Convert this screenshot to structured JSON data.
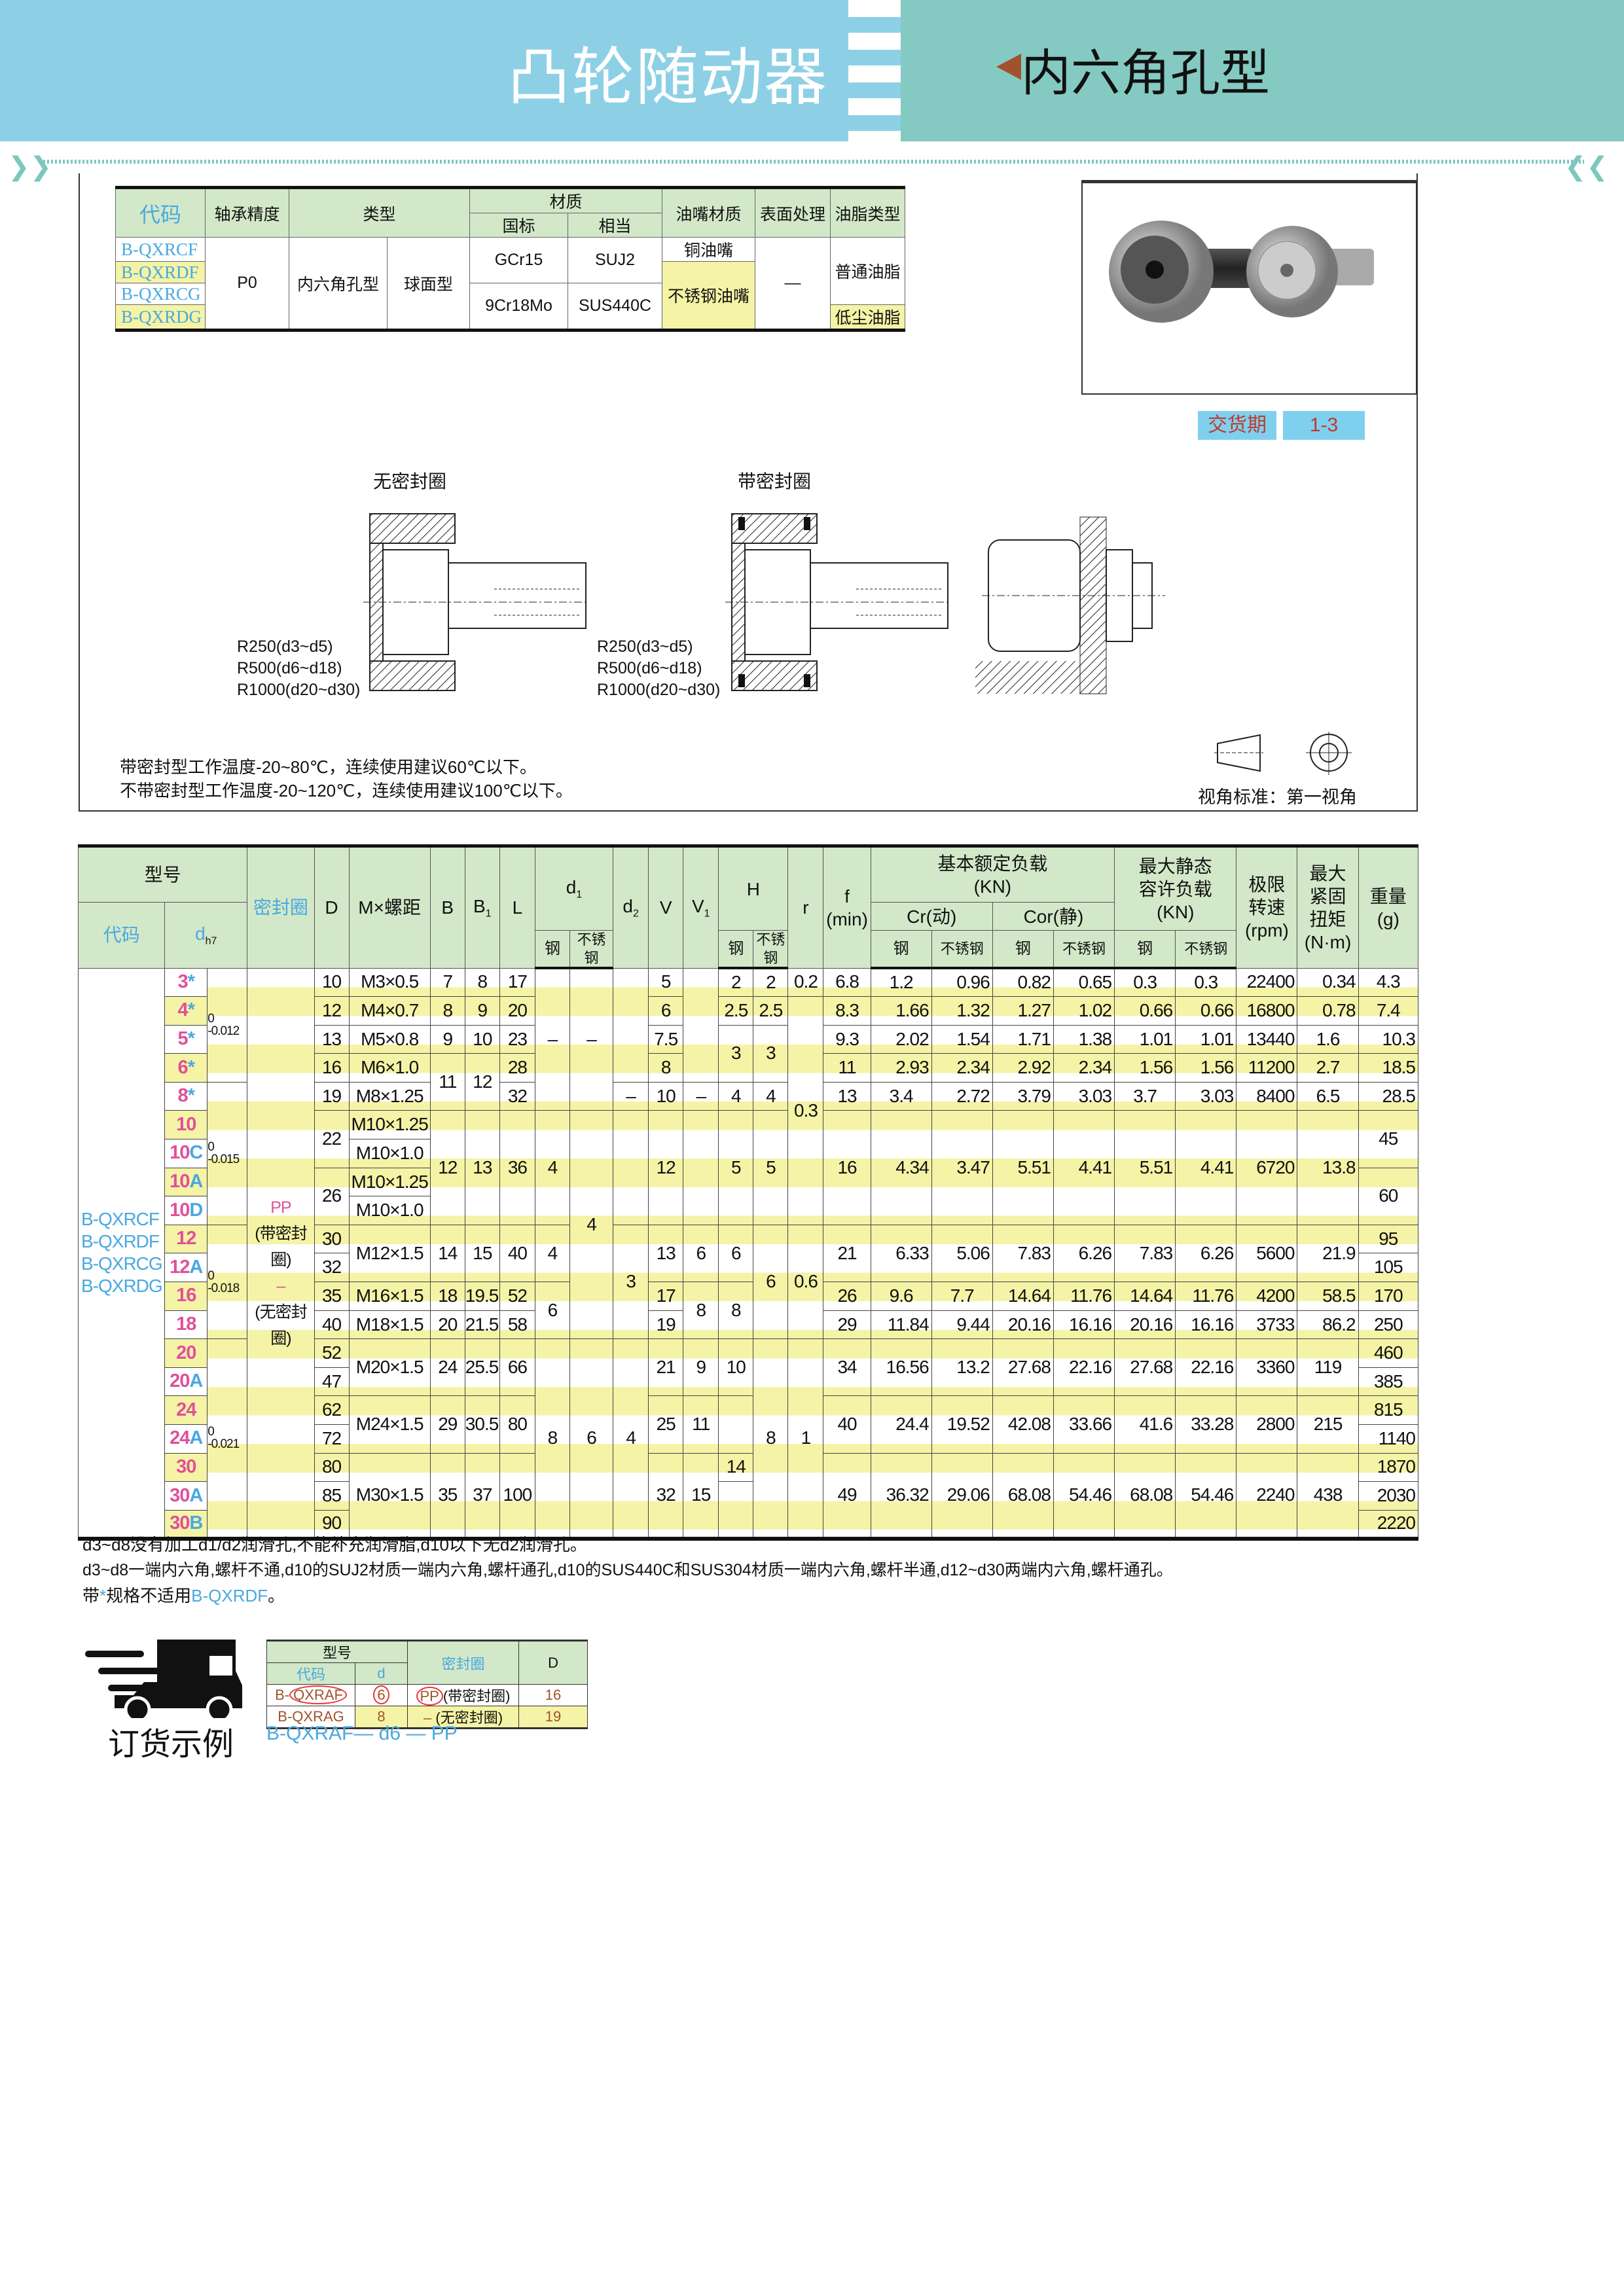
{
  "header": {
    "title": "凸轮随动器",
    "subtitle": "内六角孔型"
  },
  "spec_table": {
    "headers": {
      "code": "代码",
      "precision": "轴承精度",
      "type": "类型",
      "material": "材质",
      "std": "国标",
      "equiv": "相当",
      "nozzle": "油嘴材质",
      "surface": "表面处理",
      "grease": "油脂类型"
    },
    "codes": [
      "B-QXRCF",
      "B-QXRDF",
      "B-QXRCG",
      "B-QXRDG"
    ],
    "precision": "P0",
    "type1": "内六角孔型",
    "type2": "球面型",
    "mat_std": [
      "GCr15",
      "9Cr18Mo"
    ],
    "mat_equiv": [
      "SUJ2",
      "SUS440C"
    ],
    "nozzle": [
      "铜油嘴",
      "不锈钢油嘴"
    ],
    "surface": "—",
    "grease": [
      "普通油脂",
      "低尘油脂"
    ]
  },
  "delivery": {
    "label": "交货期",
    "value": "1-3"
  },
  "drawings": {
    "no_seal": "无密封圈",
    "with_seal": "带密封圈",
    "radius_notes": [
      "R250(d3~d5)",
      "R500(d6~d18)",
      "R1000(d20~d30)"
    ]
  },
  "temp_notes": [
    "带密封型工作温度-20~80℃，连续使用建议60℃以下。",
    "不带密封型工作温度-20~120℃，连续使用建议100℃以下。"
  ],
  "view_standard": "视角标准：第一视角",
  "main_table": {
    "h": {
      "model": "型号",
      "code": "代码",
      "d": "d",
      "d_sub": "h7",
      "seal": "密封圈",
      "D": "D",
      "M": "M×螺距",
      "B": "B",
      "B1": "B",
      "B1_sub": "1",
      "L": "L",
      "d1": "d",
      "d1_sub": "1",
      "d2": "d",
      "d2_sub": "2",
      "V": "V",
      "V1": "V",
      "V1_sub": "1",
      "H": "H",
      "r": "r",
      "f": "f",
      "f_unit": "(min)",
      "steel": "钢",
      "stainless": "不锈钢",
      "load": "基本额定负载",
      "kn": "(KN)",
      "cr": "Cr(动)",
      "cor": "Cor(静)",
      "static": "最大静态",
      "static2": "容许负载",
      "rpm1": "极限",
      "rpm2": "转速",
      "rpm3": "(rpm)",
      "tq1": "最大",
      "tq2": "紧固",
      "tq3": "扭矩",
      "tq4": "(N·m)",
      "wt": "重量",
      "wt2": "(g)"
    },
    "codes": [
      "B-QXRCF",
      "B-QXRDF",
      "B-QXRCG",
      "B-QXRDG"
    ],
    "seal": {
      "pp": "PP",
      "pp_label": "(带密封圈)",
      "none": "–",
      "none_label": "(无密封圈)"
    },
    "rows": [
      [
        {
          "n": "3",
          "s": "*"
        },
        [
          "0\n-0.012",
          4
        ],
        "10",
        "M3×0.5",
        "7",
        "8",
        "17",
        [
          "–",
          5
        ],
        [
          "–",
          5
        ],
        [
          "",
          4
        ],
        "5",
        [
          "",
          4
        ],
        "2",
        "2",
        "0.2",
        "6.8",
        "1.2",
        "0.96",
        "0.82",
        "0.65",
        "0.3",
        "0.3",
        "22400",
        "0.34",
        "4.3"
      ],
      [
        {
          "n": "4",
          "s": "*"
        },
        "12",
        "M4×0.7",
        "8",
        "9",
        "20",
        "6",
        "2.5",
        "2.5",
        [
          "0.3",
          8
        ],
        "8.3",
        "1.66",
        "1.32",
        "1.27",
        "1.02",
        "0.66",
        "0.66",
        "16800",
        "0.78",
        "7.4"
      ],
      [
        {
          "n": "5",
          "s": "*"
        },
        "13",
        "M5×0.8",
        "9",
        "10",
        "23",
        "7.5",
        [
          "3",
          2
        ],
        [
          "3",
          2
        ],
        "9.3",
        "2.02",
        "1.54",
        "1.71",
        "1.38",
        "1.01",
        "1.01",
        "13440",
        "1.6",
        "10.3"
      ],
      [
        {
          "n": "6",
          "s": "*"
        },
        "16",
        "M6×1.0",
        [
          "11",
          2
        ],
        [
          "12",
          2
        ],
        "28",
        "8",
        "11",
        "2.93",
        "2.34",
        "2.92",
        "2.34",
        "1.56",
        "1.56",
        "11200",
        "2.7",
        "18.5"
      ],
      [
        {
          "n": "8",
          "s": "*"
        },
        [
          "0\n-0.015",
          5
        ],
        "19",
        "M8×1.25",
        "32",
        "–",
        "10",
        "–",
        "4",
        "4",
        "13",
        "3.4",
        "2.72",
        "3.79",
        "3.03",
        "3.7",
        "3.03",
        "8400",
        "6.5",
        "28.5"
      ],
      [
        {
          "n": "10",
          "s": ""
        },
        [
          "22",
          2
        ],
        "M10×1.25",
        [
          "12",
          4
        ],
        [
          "13",
          4
        ],
        [
          "36",
          4
        ],
        [
          "4",
          4
        ],
        [
          "4",
          8
        ],
        [
          "",
          4
        ],
        [
          "12",
          4
        ],
        [
          "",
          4
        ],
        [
          "5",
          4
        ],
        [
          "5",
          4
        ],
        [
          "16",
          4
        ],
        [
          "4.34",
          4
        ],
        [
          "3.47",
          4
        ],
        [
          "5.51",
          4
        ],
        [
          "4.41",
          4
        ],
        [
          "5.51",
          4
        ],
        [
          "4.41",
          4
        ],
        [
          "6720",
          4
        ],
        [
          "13.8",
          4
        ],
        [
          "45",
          2
        ]
      ],
      [
        {
          "n": "10",
          "s": "C"
        },
        "M10×1.0"
      ],
      [
        {
          "n": "10",
          "s": "A"
        },
        [
          "26",
          2
        ],
        "M10×1.25",
        [
          "60",
          2
        ]
      ],
      [
        {
          "n": "10",
          "s": "D"
        },
        "M10×1.0"
      ],
      [
        {
          "n": "12",
          "s": ""
        },
        [
          "0\n-0.018",
          4
        ],
        "30",
        [
          "M12×1.5",
          2
        ],
        [
          "14",
          2
        ],
        [
          "15",
          2
        ],
        [
          "40",
          2
        ],
        [
          "4",
          2
        ],
        [
          "3",
          4
        ],
        [
          "13",
          2
        ],
        [
          "6",
          2
        ],
        [
          "6",
          2
        ],
        [
          "6",
          4
        ],
        [
          "0.6",
          4
        ],
        [
          "21",
          2
        ],
        [
          "6.33",
          2
        ],
        [
          "5.06",
          2
        ],
        [
          "7.83",
          2
        ],
        [
          "6.26",
          2
        ],
        [
          "7.83",
          2
        ],
        [
          "6.26",
          2
        ],
        [
          "5600",
          2
        ],
        [
          "21.9",
          2
        ],
        "95"
      ],
      [
        {
          "n": "12",
          "s": "A"
        },
        "32",
        "105"
      ],
      [
        {
          "n": "16",
          "s": ""
        },
        "35",
        "M16×1.5",
        "18",
        "19.5",
        "52",
        [
          "6",
          2
        ],
        "17",
        [
          "8",
          2
        ],
        [
          "8",
          2
        ],
        "26",
        "9.6",
        "7.7",
        "14.64",
        "11.76",
        "14.64",
        "11.76",
        "4200",
        "58.5",
        "170"
      ],
      [
        {
          "n": "18",
          "s": ""
        },
        "40",
        "M18×1.5",
        "20",
        "21.5",
        "58",
        "19",
        "29",
        "11.84",
        "9.44",
        "20.16",
        "16.16",
        "20.16",
        "16.16",
        "3733",
        "86.2",
        "250"
      ],
      [
        {
          "n": "20",
          "s": ""
        },
        [
          "0\n-0.021",
          7
        ],
        "52",
        [
          "M20×1.5",
          2
        ],
        [
          "24",
          2
        ],
        [
          "25.5",
          2
        ],
        [
          "66",
          2
        ],
        [
          "8",
          7
        ],
        [
          "6",
          7
        ],
        [
          "4",
          7
        ],
        [
          "21",
          2
        ],
        [
          "9",
          2
        ],
        [
          "10",
          2
        ],
        [
          "8",
          7
        ],
        [
          "1",
          7
        ],
        [
          "34",
          2
        ],
        [
          "16.56",
          2
        ],
        [
          "13.2",
          2
        ],
        [
          "27.68",
          2
        ],
        [
          "22.16",
          2
        ],
        [
          "27.68",
          2
        ],
        [
          "22.16",
          2
        ],
        [
          "3360",
          2
        ],
        [
          "119",
          2
        ],
        "460"
      ],
      [
        {
          "n": "20",
          "s": "A"
        },
        "47",
        "385"
      ],
      [
        {
          "n": "24",
          "s": ""
        },
        "62",
        [
          "M24×1.5",
          2
        ],
        [
          "29",
          2
        ],
        [
          "30.5",
          2
        ],
        [
          "80",
          2
        ],
        [
          "25",
          2
        ],
        [
          "11",
          2
        ],
        [
          "",
          2
        ],
        [
          "40",
          2
        ],
        [
          "24.4",
          2
        ],
        [
          "19.52",
          2
        ],
        [
          "42.08",
          2
        ],
        [
          "33.66",
          2
        ],
        [
          "41.6",
          2
        ],
        [
          "33.28",
          2
        ],
        [
          "2800",
          2
        ],
        [
          "215",
          2
        ],
        "815"
      ],
      [
        {
          "n": "24",
          "s": "A"
        },
        "72",
        "1140"
      ],
      [
        {
          "n": "30",
          "s": ""
        },
        "80",
        [
          "M30×1.5",
          3
        ],
        [
          "35",
          3
        ],
        [
          "37",
          3
        ],
        [
          "100",
          3
        ],
        [
          "32",
          3
        ],
        [
          "15",
          3
        ],
        "14",
        [
          "49",
          3
        ],
        [
          "36.32",
          3
        ],
        [
          "29.06",
          3
        ],
        [
          "68.08",
          3
        ],
        [
          "54.46",
          3
        ],
        [
          "68.08",
          3
        ],
        [
          "54.46",
          3
        ],
        [
          "2240",
          3
        ],
        [
          "438",
          3
        ],
        "1870"
      ],
      [
        {
          "n": "30",
          "s": "A"
        },
        "85",
        [
          "",
          2
        ],
        "2030"
      ],
      [
        {
          "n": "30",
          "s": "B"
        },
        "90",
        "2220"
      ]
    ]
  },
  "notes": {
    "line1": "d3~d8没有加工d1/d2润滑孔,不能补充润滑脂,d10以下无d2润滑孔。",
    "line2": "d3~d8一端内六角,螺杆不通,d10的SUJ2材质一端内六角,螺杆通孔,d10的SUS440C和SUS304材质一端内六角,螺杆半通,d12~d30两端内六角,螺杆通孔。",
    "line3_pre": "带",
    "line3_star": "*",
    "line3_mid": "规格不适用",
    "line3_code": "B-QXRDF",
    "line3_end": "。"
  },
  "order_example": {
    "title": "订货示例",
    "h_model": "型号",
    "h_code": "代码",
    "h_d": "d",
    "h_seal": "密封圈",
    "h_D": "D",
    "rows": [
      {
        "code_pre": "B-",
        "code_main": "QXRAF",
        "d": "6",
        "seal": "PP",
        "seal_label": "(带密封圈)",
        "D": "16"
      },
      {
        "code_pre": "B-",
        "code_main": "QXRAG",
        "d": "8",
        "seal": "–",
        "seal_label": "(无密封圈)",
        "D": "19"
      }
    ],
    "formula": "B-QXRAF— d6 — PP"
  },
  "colors": {
    "header_green": "#d2e8c8",
    "stripe_yellow": "#f5f3a6",
    "code_blue": "#4aa8e0",
    "size_pink": "#e0509a"
  }
}
